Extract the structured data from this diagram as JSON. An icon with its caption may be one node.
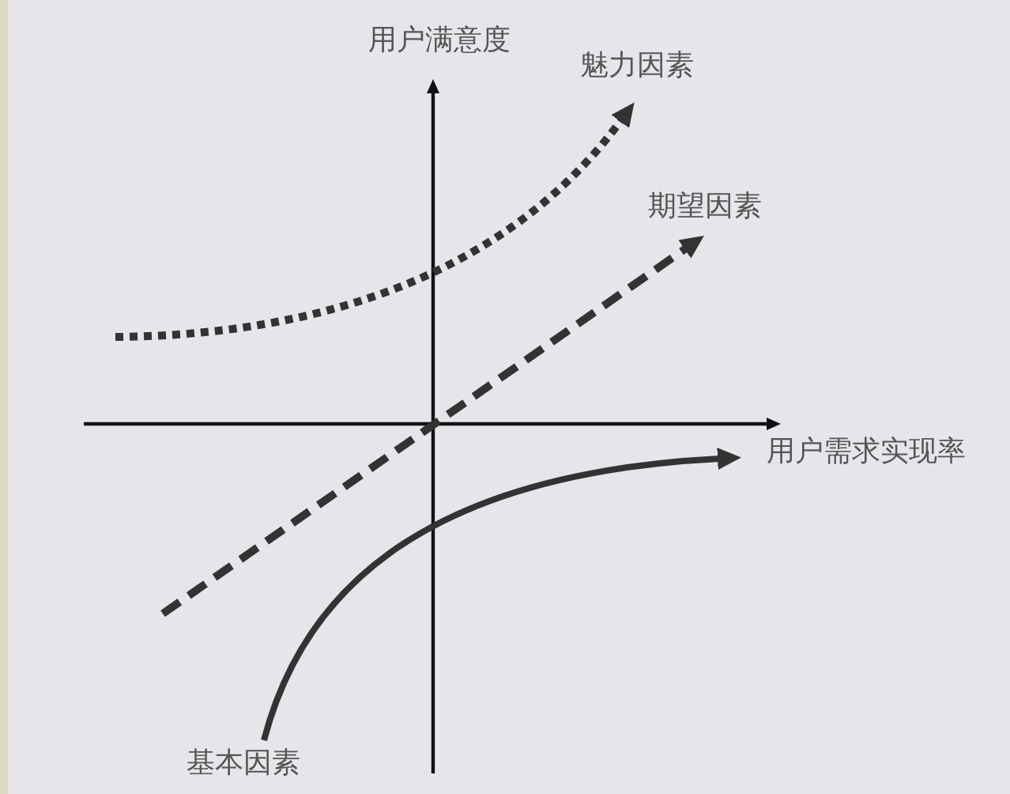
{
  "diagram": {
    "labels": [
      "用户满意度",
      "魅力因素",
      "期望因素",
      "用户需求实现率",
      "基本因素"
    ]
  }
}
